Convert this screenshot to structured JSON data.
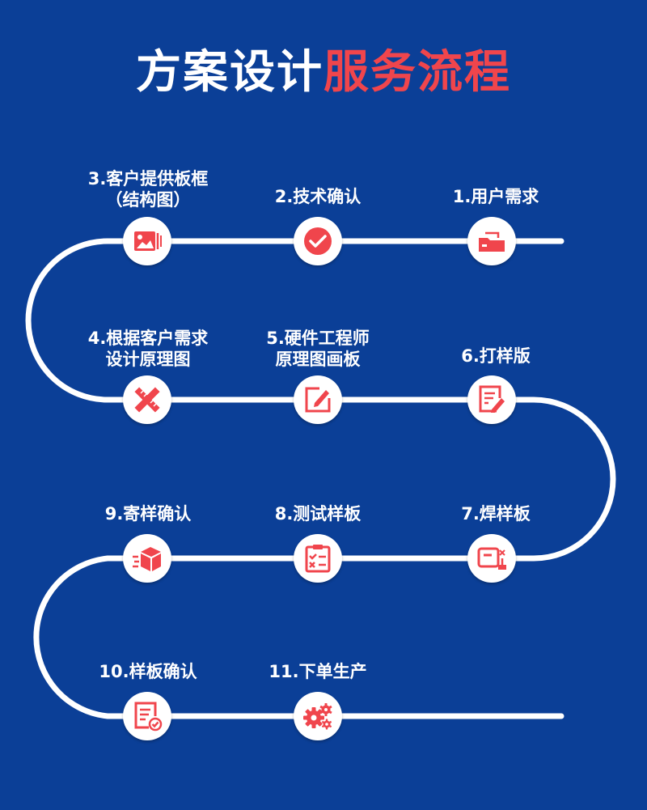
{
  "title": {
    "part1": "方案设计",
    "part2": "服务流程"
  },
  "colors": {
    "background": "#0b3f97",
    "accent": "#f0454c",
    "line": "#ffffff"
  },
  "steps": [
    {
      "label": "1.用户需求",
      "icon": "folder-icon"
    },
    {
      "label": "2.技术确认",
      "icon": "check-circle-icon"
    },
    {
      "label": "3.客户提供板框\n（结构图）",
      "icon": "image-board-icon"
    },
    {
      "label": "4.根据客户需求\n设计原理图",
      "icon": "ruler-pencil-icon"
    },
    {
      "label": "5.硬件工程师\n原理图画板",
      "icon": "edit-icon"
    },
    {
      "label": "6.打样版",
      "icon": "document-pen-icon"
    },
    {
      "label": "7.焊样板",
      "icon": "board-solder-icon"
    },
    {
      "label": "8.测试样板",
      "icon": "checklist-icon"
    },
    {
      "label": "9.寄样确认",
      "icon": "delivery-box-icon"
    },
    {
      "label": "10.样板确认",
      "icon": "document-check-icon"
    },
    {
      "label": "11.下单生产",
      "icon": "gears-icon"
    }
  ]
}
